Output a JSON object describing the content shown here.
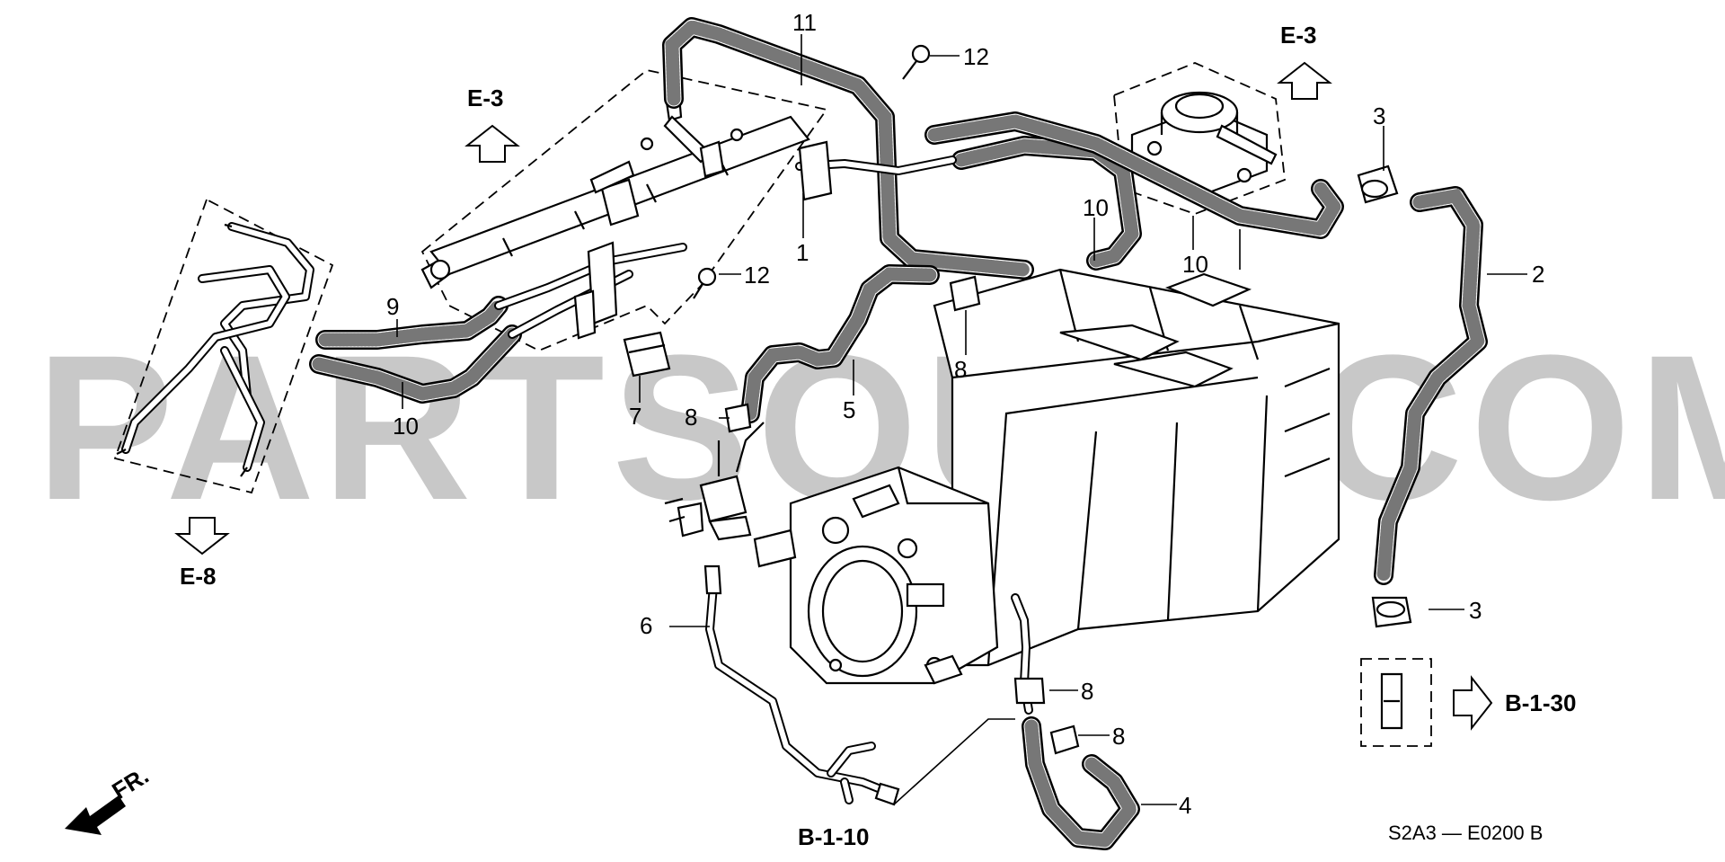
{
  "callouts": [
    "11",
    "12",
    "12",
    "1",
    "10",
    "10",
    "10",
    "9",
    "2",
    "3",
    "3",
    "8",
    "8",
    "8",
    "8",
    "7",
    "5",
    "6",
    "4"
  ],
  "refs": {
    "e3_left": "E-3",
    "e3_right": "E-3",
    "e8": "E-8",
    "b130": "B-1-30",
    "b110": "B-1-10",
    "fr": "FR."
  },
  "watermark": "PARTSOUQ.COM",
  "diagram_code": "S2A3 — E0200 B"
}
